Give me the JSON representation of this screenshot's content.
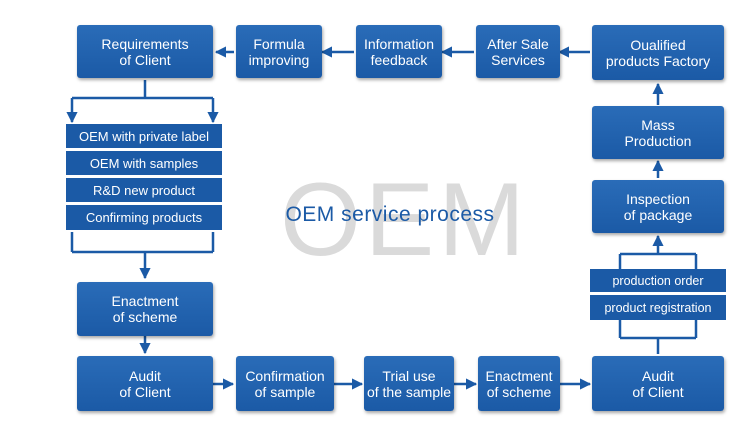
{
  "diagram": {
    "watermark": "OEM",
    "title": "OEM service process",
    "top_row": {
      "requirements": "Requirements\nof Client",
      "formula": "Formula\nimproving",
      "feedback": "Information\nfeedback",
      "after_sale": "After Sale\nServices",
      "qualified": "Oualified\nproducts Factory"
    },
    "left_options": [
      "OEM with private label",
      "OEM with samples",
      "R&D new product",
      "Confirming products"
    ],
    "enactment_left": "Enactment\nof scheme",
    "bottom_row": {
      "audit_left": "Audit\nof Client",
      "confirmation": "Confirmation\nof sample",
      "trial": "Trial use\nof the sample",
      "enactment_bottom": "Enactment\nof scheme",
      "audit_right": "Audit\nof Client"
    },
    "right_column": {
      "mass": "Mass\nProduction",
      "inspection": "Inspection\nof package",
      "production_order": "production order",
      "product_registration": "product registration"
    },
    "colors": {
      "box": "#1b5aa6",
      "arrow": "#1b5aa6",
      "watermark": "#dadada"
    }
  }
}
